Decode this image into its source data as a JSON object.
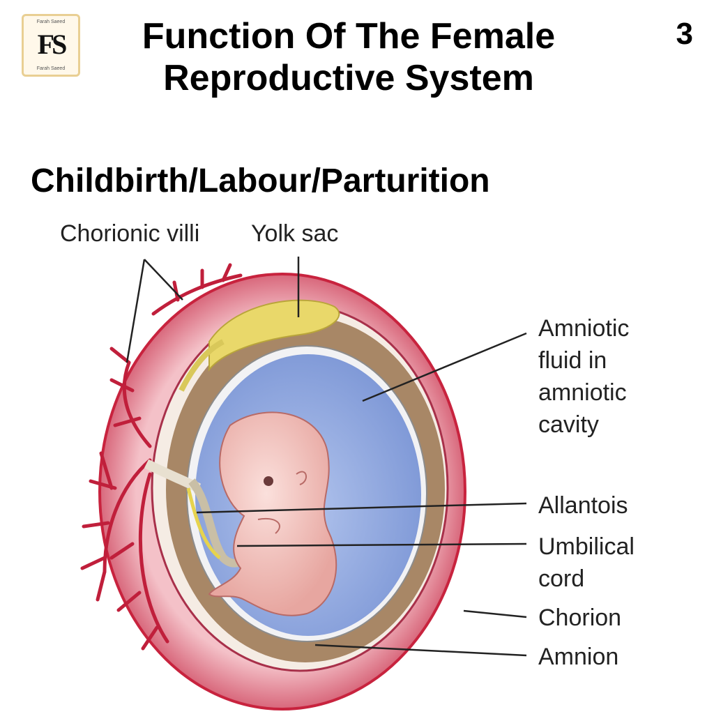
{
  "header": {
    "logo": {
      "monogram": "FS",
      "name_top": "Farah Saeed",
      "name_bottom": "Farah Saeed"
    },
    "title_line1": "Function Of The Female",
    "title_line2": "Reproductive System",
    "page_number": "3"
  },
  "section_heading": "Childbirth/Labour/Parturition",
  "diagram": {
    "labels": {
      "chorionic_villi": "Chorionic villi",
      "yolk_sac": "Yolk sac",
      "amniotic_fluid_1": "Amniotic",
      "amniotic_fluid_2": "fluid in",
      "amniotic_fluid_3": "amniotic",
      "amniotic_fluid_4": "cavity",
      "allantois": "Allantois",
      "umbilical_1": "Umbilical",
      "umbilical_2": "cord",
      "chorion": "Chorion",
      "amnion": "Amnion"
    }
  }
}
